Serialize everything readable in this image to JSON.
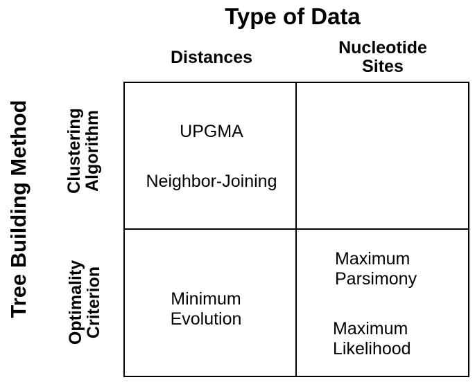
{
  "title": "Type of Data",
  "vertical_title": "Tree Building Method",
  "columns": [
    {
      "line1": "Distances",
      "line2": ""
    },
    {
      "line1": "Nucleotide",
      "line2": "Sites"
    }
  ],
  "rows": [
    {
      "line1": "Clustering",
      "line2": "Algorithm"
    },
    {
      "line1": "Optimality",
      "line2": "Criterion"
    }
  ],
  "cells": {
    "clustering_distances": [
      "UPGMA",
      "Neighbor-Joining"
    ],
    "clustering_sites": [],
    "optimality_distances": {
      "line1": "Minimum",
      "line2": "Evolution"
    },
    "optimality_sites": [
      {
        "line1": "Maximum",
        "line2": "Parsimony"
      },
      {
        "line1": "Maximum",
        "line2": "Likelihood"
      }
    ]
  }
}
